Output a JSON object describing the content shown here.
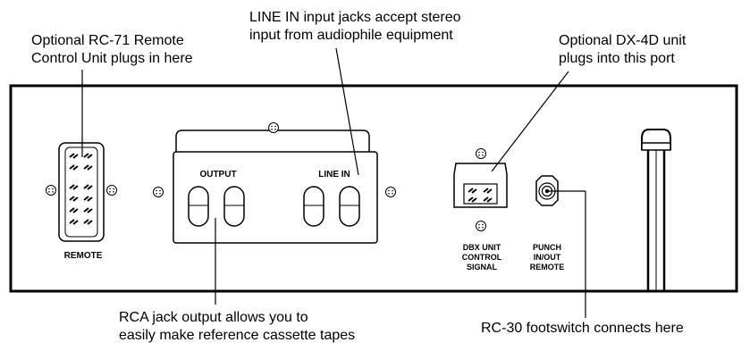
{
  "callouts": {
    "remote": [
      "Optional RC-71 Remote",
      "Control Unit plugs in here"
    ],
    "line_in": [
      "LINE IN input jacks accept stereo",
      "input from audiophile equipment"
    ],
    "dbx": [
      "Optional DX-4D unit",
      "plugs into this port"
    ],
    "rca": [
      "RCA jack output allows you to",
      "easily make reference cassette tapes"
    ],
    "footswitch": [
      "RC-30 footswitch connects here"
    ]
  },
  "labels": {
    "remote": "REMOTE",
    "output": "OUTPUT",
    "line_in": "LINE IN",
    "dbx": [
      "DBX UNIT",
      "CONTROL",
      "SIGNAL"
    ],
    "punch": [
      "PUNCH",
      "IN/OUT",
      "REMOTE"
    ]
  },
  "colors": {
    "line": "#000000",
    "background": "#ffffff"
  }
}
